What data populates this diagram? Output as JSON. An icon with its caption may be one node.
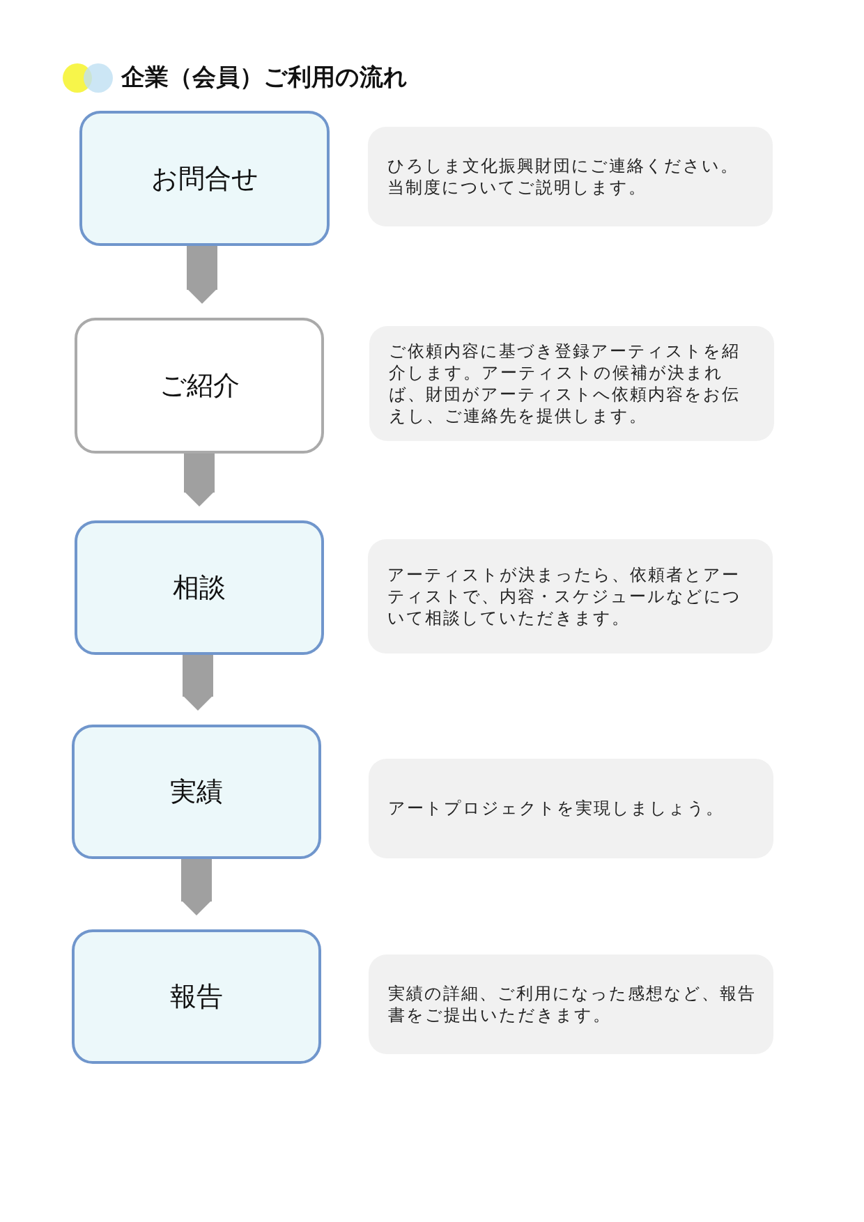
{
  "diagram": {
    "title": "企業（会員）ご利用の流れ",
    "nodes": [
      {
        "text": [
          "お問合せ"
        ]
      },
      {
        "text": [
          "ひろしま文化振興財団にご連絡ください。当制度についてご説明します。"
        ]
      },
      {
        "text": [
          "ご紹介"
        ]
      },
      {
        "text": [
          "ご依頼内容に基づき登録アーティストを紹介します。アーティストの候補が決まれば、財団がアーティストへ依頼内容をお伝えし、ご連絡先を提供します。"
        ]
      },
      {
        "text": [
          "相談"
        ]
      },
      {
        "text": [
          "アーティストが決まったら、依頼者とアーティストで、内容・スケジュールなどについて相談していただきます。"
        ]
      },
      {
        "text": [
          "実績"
        ]
      },
      {
        "text": [
          "アートプロジェクトを実現しましょう。"
        ]
      },
      {
        "text": [
          "報告"
        ]
      },
      {
        "text": [
          "実績の詳細、ご利用になった感想など、報告書をご提出いただきます。"
        ]
      }
    ],
    "edges": [
      {
        "from": 0,
        "to": 2,
        "arrow": "to"
      },
      {
        "from": 2,
        "to": 4,
        "arrow": "to"
      },
      {
        "from": 4,
        "to": 6,
        "arrow": "to"
      },
      {
        "from": 6,
        "to": 8,
        "arrow": "to"
      }
    ]
  }
}
